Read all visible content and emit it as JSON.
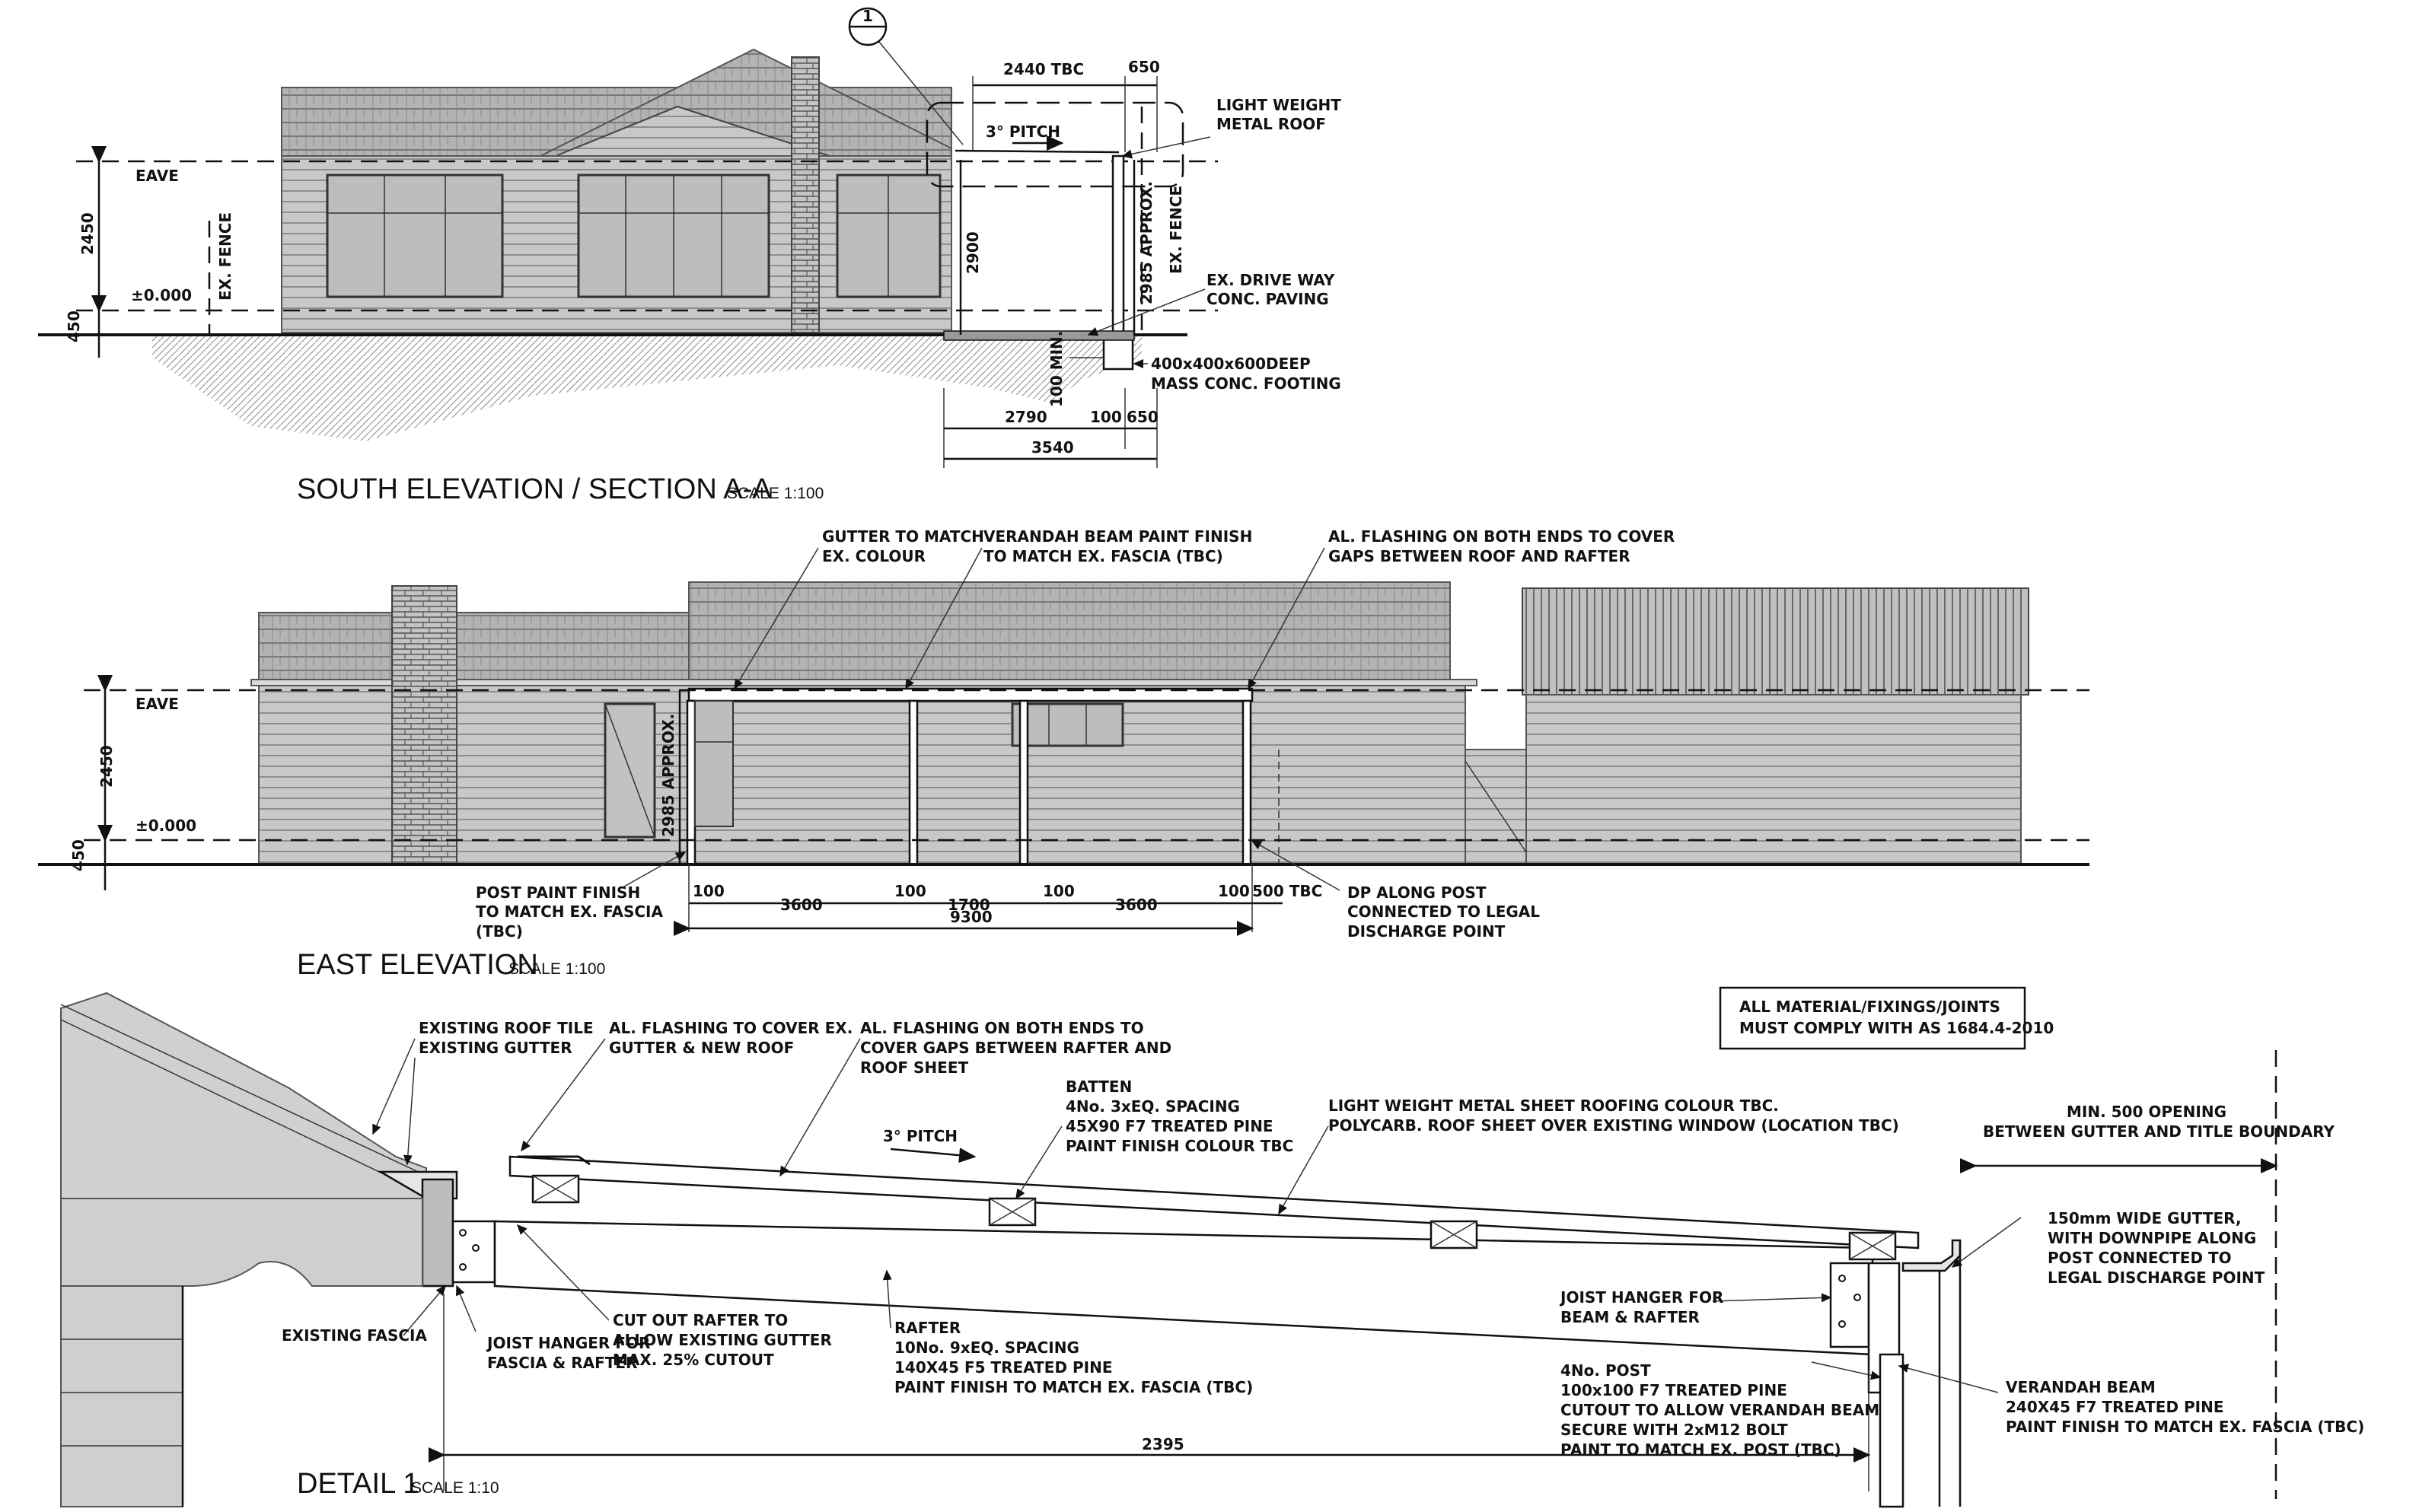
{
  "south": {
    "title": "SOUTH ELEVATION  / SECTION A-A",
    "scale": "SCALE 1:100",
    "eave": "EAVE",
    "level_zero": "±0.000",
    "fence_left": "EX. FENCE",
    "fence_right": "EX. FENCE",
    "dim_2450": "2450",
    "dim_450": "450",
    "dim_2440": "2440 TBC",
    "dim_650_top": "650",
    "pitch": "3° PITCH",
    "dim_2900": "2900",
    "dim_2985": "2985 APPROX.",
    "dim_100min": "100 MIN.",
    "dim_2790": "2790",
    "dim_100": "100",
    "dim_650_bot": "650",
    "dim_3540": "3540",
    "section_mark": "1",
    "roof_note": [
      "LIGHT WEIGHT",
      "METAL ROOF"
    ],
    "drive_note": [
      "EX. DRIVE WAY",
      "CONC. PAVING"
    ],
    "footing_note": [
      "400x400x600DEEP",
      "MASS CONC. FOOTING"
    ]
  },
  "east": {
    "title": "EAST ELEVATION",
    "scale": "SCALE 1:100",
    "eave": "EAVE",
    "level_zero": "±0.000",
    "dim_2450": "2450",
    "dim_450": "450",
    "dim_2985": "2985 APPROX.",
    "gutter_note": [
      "GUTTER TO MATCH",
      "EX. COLOUR"
    ],
    "beam_note": [
      "VERANDAH BEAM PAINT FINISH",
      "TO MATCH EX. FASCIA (TBC)"
    ],
    "flashing_note": [
      "AL. FLASHING ON BOTH ENDS TO COVER",
      "GAPS BETWEEN ROOF AND RAFTER"
    ],
    "post_note": [
      "POST PAINT FINISH",
      "TO MATCH EX. FASCIA",
      "(TBC)"
    ],
    "dp_note": [
      "DP ALONG POST",
      "CONNECTED TO LEGAL",
      "DISCHARGE POINT"
    ],
    "dims": [
      "100",
      "3600",
      "100",
      "1700",
      "100",
      "3600",
      "100",
      "500 TBC"
    ],
    "dim_total": "9300"
  },
  "detail": {
    "title": "DETAIL 1",
    "scale": "SCALE 1:10",
    "compliance": [
      "ALL MATERIAL/FIXINGS/JOINTS",
      "MUST COMPLY WITH AS 1684.4-2010"
    ],
    "tile_note": [
      "EXISTING ROOF TILE",
      "EXISTING GUTTER"
    ],
    "flashing1_note": [
      "AL. FLASHING TO COVER EX.",
      "GUTTER & NEW ROOF"
    ],
    "flashing2_note": [
      "AL. FLASHING ON BOTH ENDS TO",
      "COVER GAPS BETWEEN RAFTER AND",
      "ROOF SHEET"
    ],
    "batten_note": [
      "BATTEN",
      "4No. 3xEQ. SPACING",
      "45X90 F7 TREATED PINE",
      "PAINT FINISH COLOUR TBC"
    ],
    "sheet_note": [
      "LIGHT WEIGHT METAL SHEET ROOFING COLOUR TBC.",
      "POLYCARB. ROOF SHEET OVER EXISTING WINDOW (LOCATION TBC)"
    ],
    "opening_note": [
      "MIN. 500 OPENING",
      "BETWEEN GUTTER AND TITLE BOUNDARY"
    ],
    "pitch": "3° PITCH",
    "gutter_note": [
      "150mm WIDE GUTTER,",
      "WITH DOWNPIPE ALONG",
      "POST CONNECTED TO",
      "LEGAL DISCHARGE POINT"
    ],
    "fascia_note": "EXISTING FASCIA",
    "hanger1_note": [
      "JOIST HANGER FOR",
      "FASCIA & RAFTER"
    ],
    "cutout_note": [
      "CUT OUT RAFTER TO",
      "ALLOW EXISTING GUTTER",
      "MAX. 25% CUTOUT"
    ],
    "rafter_note": [
      "RAFTER",
      "10No. 9xEQ. SPACING",
      "140X45 F5 TREATED PINE",
      "PAINT FINISH TO MATCH EX. FASCIA (TBC)"
    ],
    "hanger2_note": [
      "JOIST HANGER FOR",
      "BEAM & RAFTER"
    ],
    "post_note": [
      "4No. POST",
      "100x100 F7 TREATED PINE",
      "CUTOUT TO ALLOW VERANDAH BEAM",
      "SECURE WITH 2xM12 BOLT",
      "PAINT TO MATCH EX. POST (TBC)"
    ],
    "verandah_note": [
      "VERANDAH BEAM",
      "240X45 F7 TREATED PINE",
      "PAINT FINISH TO MATCH EX. FASCIA (TBC)"
    ],
    "dim_2395": "2395"
  }
}
